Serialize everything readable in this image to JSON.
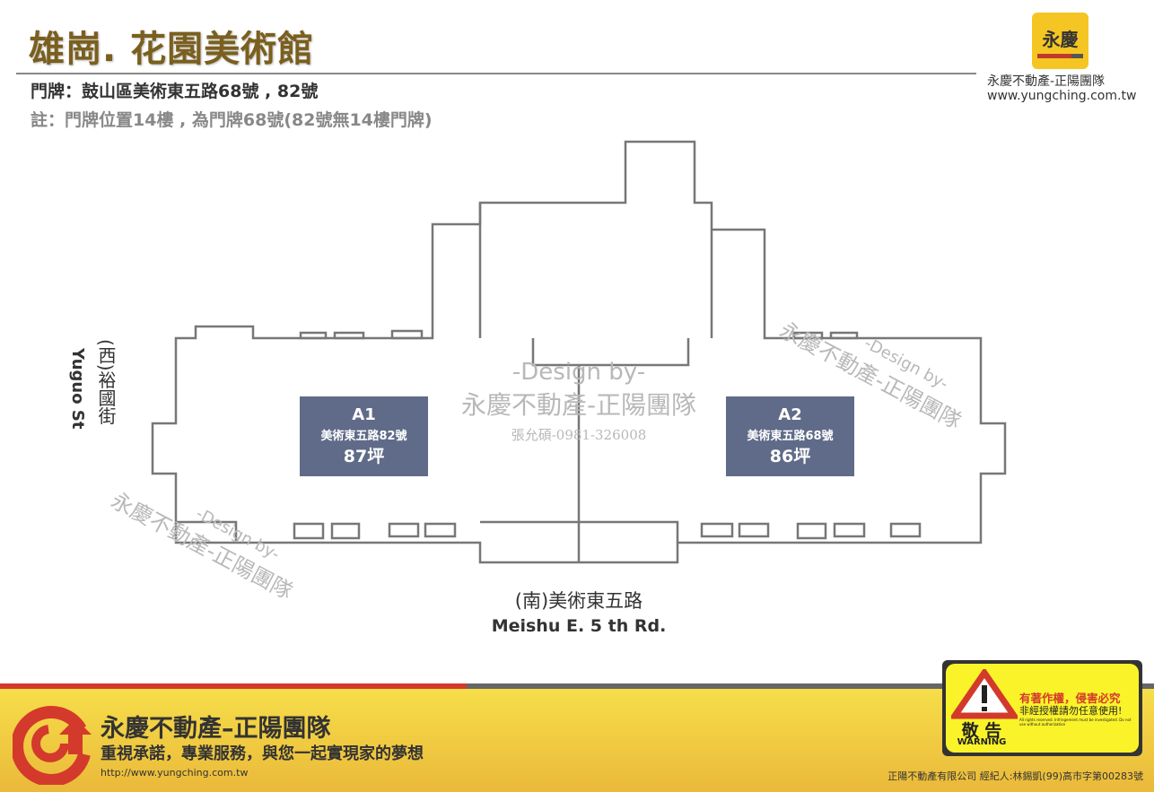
{
  "header": {
    "title": "雄崗. 花園美術館",
    "address": "門牌：鼓山區美術東五路68號 , 82號",
    "note": "註：門牌位置14樓 , 為門牌68號(82號無14樓門牌)"
  },
  "brand": {
    "logo_text": "永慶",
    "name": "永慶不動產-正陽團隊",
    "url": "www.yungching.com.tw"
  },
  "units": [
    {
      "id": "A1",
      "address": "美術東五路82號",
      "size": "87坪"
    },
    {
      "id": "A2",
      "address": "美術東五路68號",
      "size": "86坪"
    }
  ],
  "watermark": {
    "line1": "-Design by-",
    "line2": "永慶不動產-正陽團隊",
    "line3": "張允碩-0981-326008"
  },
  "roads": {
    "west_zh": "(西)裕國街",
    "west_en": "Yuguo St",
    "south_zh": "(南)美術東五路",
    "south_en": "Meishu E. 5 th Rd."
  },
  "footer": {
    "team": "永慶不動產–正陽團隊",
    "slogan": "重視承諾，專業服務，與您一起實現家的夢想",
    "url": "http://www.yungching.com.tw",
    "license": "正陽不動產有限公司  經紀人:林錫凱(99)高市字第00283號"
  },
  "warning": {
    "line1": "有著作權，侵害必究",
    "line2": "非經授權請勿任意使用!",
    "line3": "All rights reserved. Infringement must be investigated. Do not use without authorization",
    "title": "敬 告",
    "label": "WARNING"
  },
  "colors": {
    "title": "#7a5f1e",
    "unit_fill": "#5f6b88",
    "accent_red": "#d33a2c",
    "accent_yellow": "#f5c623"
  }
}
